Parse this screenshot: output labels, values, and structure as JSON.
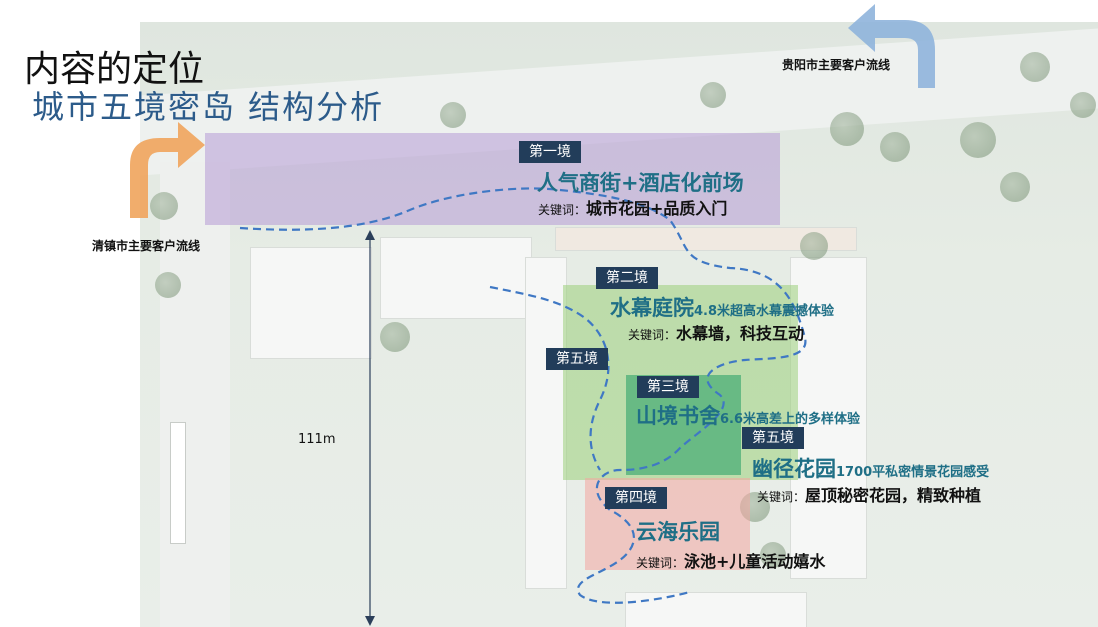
{
  "title": {
    "line1": "内容的定位",
    "line2": "城市五境密岛 结构分析"
  },
  "flows": {
    "guiyang": "贵阳市主要客户流线",
    "qingzhen": "清镇市主要客户流线"
  },
  "distance_label": "111m",
  "zones": [
    {
      "tag": "第一境",
      "name": "人气商街+酒店化前场",
      "desc": "",
      "kw_prefix": "关键词：",
      "kw": "城市花园+品质入门"
    },
    {
      "tag": "第二境",
      "name": "水幕庭院",
      "desc": "4.8米超高水幕震撼体验",
      "kw_prefix": "关键词：",
      "kw": "水幕墙，科技互动"
    },
    {
      "tag": "第三境",
      "name": "山境书舍",
      "desc": "6.6米高差上的多样体验"
    },
    {
      "tag": "第四境",
      "name": "云海乐园",
      "desc": "",
      "kw_prefix": "关键词：",
      "kw": "泳池+儿童活动嬉水"
    },
    {
      "tag": "第五境",
      "name": "幽径花园",
      "desc": "1700平私密情景花园感受",
      "kw_prefix": "关键词：",
      "kw": "屋顶秘密花园，精致种植"
    },
    {
      "tag": "第五境"
    }
  ],
  "colors": {
    "zone1": "#b79ad6",
    "zone2": "#9bd07a",
    "zone3": "#2ea36a",
    "zone4": "#f2a6a0",
    "path": "#3f78c4",
    "arrow_orange": "#f0a45c",
    "arrow_blue": "#8fb4dc",
    "tag_bg": "#223d5a",
    "name_color": "#1f6f86"
  }
}
